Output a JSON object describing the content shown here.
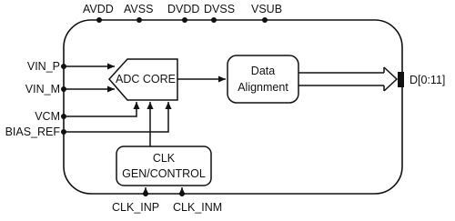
{
  "chip": {
    "supply_pins": [
      "AVDD",
      "AVSS",
      "DVDD",
      "DVSS",
      "VSUB"
    ],
    "left_pins": [
      "VIN_P",
      "VIN_M",
      "VCM",
      "BIAS_REF"
    ],
    "bottom_pins": [
      "CLK_INP",
      "CLK_INM"
    ],
    "output_pin": "D[0:11]"
  },
  "blocks": {
    "adc_core": "ADC CORE",
    "data_alignment": [
      "Data",
      "Alignment"
    ],
    "clk_gen": [
      "CLK",
      "GEN/CONTROL"
    ]
  },
  "colors": {
    "line": "#111111",
    "background": "#ffffff"
  }
}
